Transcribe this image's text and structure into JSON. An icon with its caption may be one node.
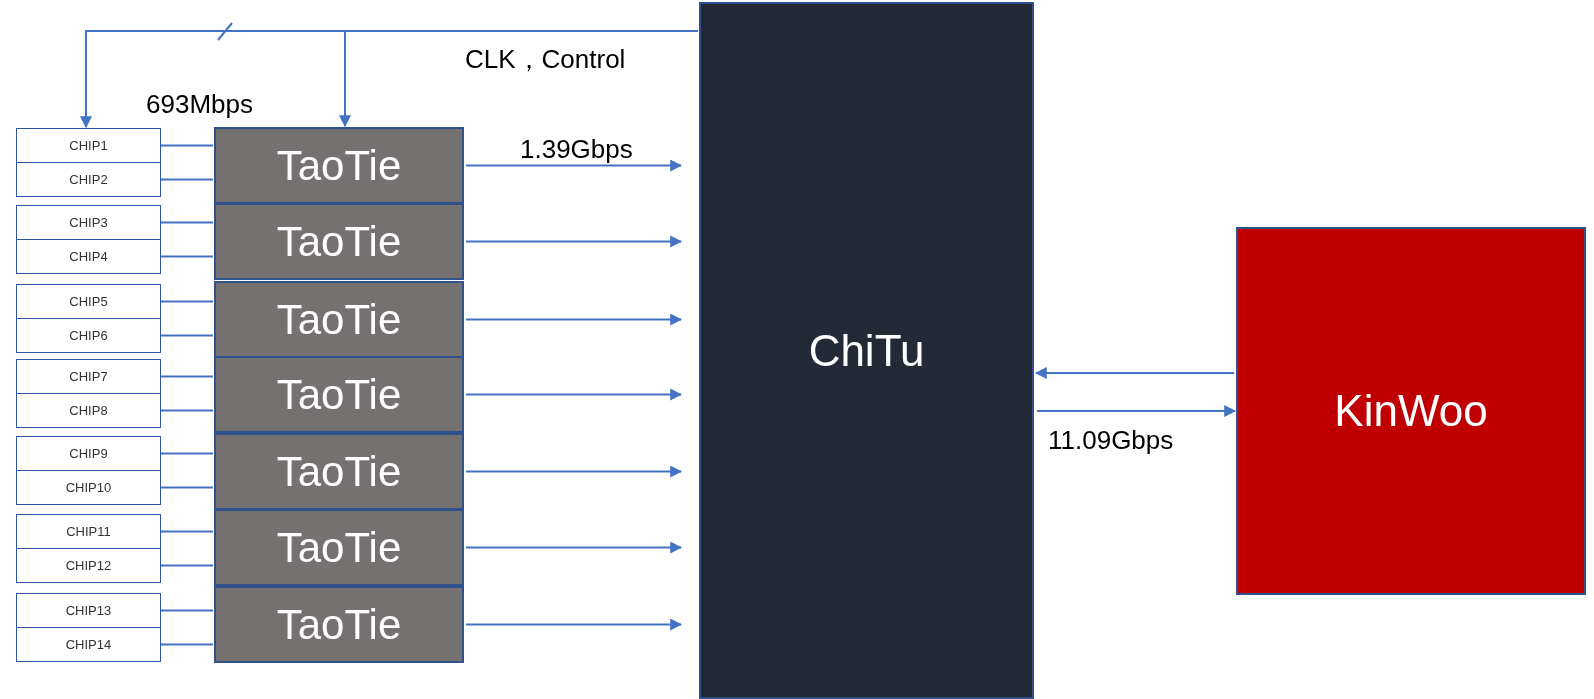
{
  "diagram": {
    "nodes": [
      {
        "text": [
          "CHIP1"
        ]
      },
      {
        "text": [
          "CHIP2"
        ]
      },
      {
        "text": [
          "CHIP3"
        ]
      },
      {
        "text": [
          "CHIP4"
        ]
      },
      {
        "text": [
          "CHIP5"
        ]
      },
      {
        "text": [
          "CHIP6"
        ]
      },
      {
        "text": [
          "CHIP7"
        ]
      },
      {
        "text": [
          "CHIP8"
        ]
      },
      {
        "text": [
          "CHIP9"
        ]
      },
      {
        "text": [
          "CHIP10"
        ]
      },
      {
        "text": [
          "CHIP11"
        ]
      },
      {
        "text": [
          "CHIP12"
        ]
      },
      {
        "text": [
          "CHIP13"
        ]
      },
      {
        "text": [
          "CHIP14"
        ]
      },
      {
        "text": [
          "TaoTie"
        ]
      },
      {
        "text": [
          "TaoTie"
        ]
      },
      {
        "text": [
          "TaoTie"
        ]
      },
      {
        "text": [
          "TaoTie"
        ]
      },
      {
        "text": [
          "TaoTie"
        ]
      },
      {
        "text": [
          "TaoTie"
        ]
      },
      {
        "text": [
          "TaoTie"
        ]
      },
      {
        "text": [
          "ChiTu"
        ]
      },
      {
        "text": [
          "KinWoo"
        ]
      }
    ],
    "edges": [
      {
        "from": 0,
        "to": 14,
        "arrow": "none"
      },
      {
        "from": 1,
        "to": 14,
        "arrow": "none"
      },
      {
        "from": 2,
        "to": 15,
        "arrow": "none"
      },
      {
        "from": 3,
        "to": 15,
        "arrow": "none"
      },
      {
        "from": 4,
        "to": 16,
        "arrow": "none"
      },
      {
        "from": 5,
        "to": 16,
        "arrow": "none"
      },
      {
        "from": 6,
        "to": 17,
        "arrow": "none"
      },
      {
        "from": 7,
        "to": 17,
        "arrow": "none"
      },
      {
        "from": 8,
        "to": 18,
        "arrow": "none"
      },
      {
        "from": 9,
        "to": 18,
        "arrow": "none"
      },
      {
        "from": 10,
        "to": 19,
        "arrow": "none"
      },
      {
        "from": 11,
        "to": 19,
        "arrow": "none"
      },
      {
        "from": 12,
        "to": 20,
        "arrow": "none"
      },
      {
        "from": 13,
        "to": 20,
        "arrow": "none"
      },
      {
        "from": 14,
        "to": 21,
        "arrow": "to",
        "label": "1.39Gbps"
      },
      {
        "from": 15,
        "to": 21,
        "arrow": "to"
      },
      {
        "from": 16,
        "to": 21,
        "arrow": "to"
      },
      {
        "from": 17,
        "to": 21,
        "arrow": "to"
      },
      {
        "from": 18,
        "to": 21,
        "arrow": "to"
      },
      {
        "from": 19,
        "to": 21,
        "arrow": "to"
      },
      {
        "from": 20,
        "to": 21,
        "arrow": "to"
      },
      {
        "from": 21,
        "to": 0,
        "arrow": "to"
      },
      {
        "from": 21,
        "to": 14,
        "arrow": "to"
      },
      {
        "from": 22,
        "to": 21,
        "arrow": "to"
      },
      {
        "from": 21,
        "to": 22,
        "arrow": "to",
        "label": "11.09Gbps"
      }
    ],
    "labels": [
      "CLK，Control",
      "693Mbps"
    ]
  }
}
